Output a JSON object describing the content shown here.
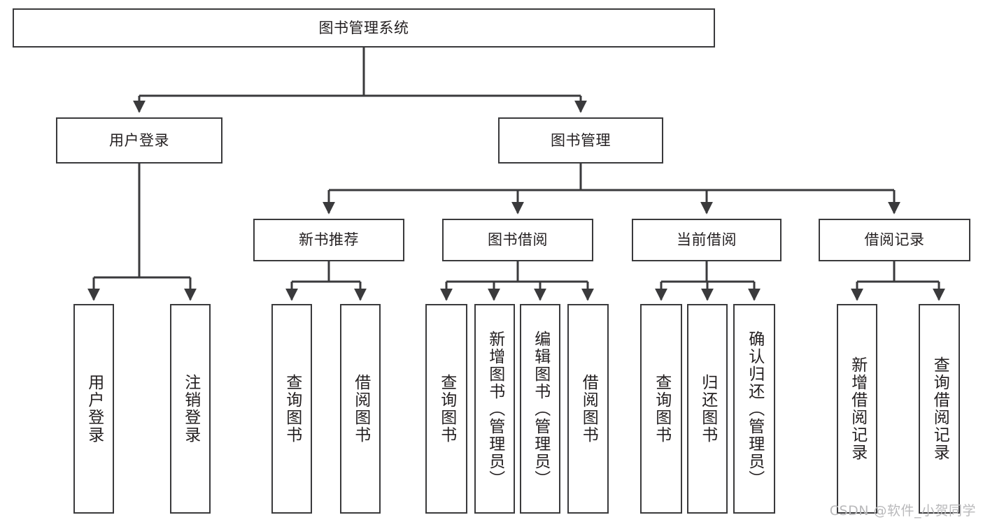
{
  "diagram": {
    "title": "图书管理系统",
    "type": "tree-hierarchy",
    "root": {
      "id": "root",
      "label": "图书管理系统"
    },
    "level2": [
      {
        "id": "user-login",
        "label": "用户登录"
      },
      {
        "id": "book-manage",
        "label": "图书管理"
      }
    ],
    "level3": [
      {
        "id": "new-book-rec",
        "label": "新书推荐",
        "parent": "book-manage"
      },
      {
        "id": "book-borrow",
        "label": "图书借阅",
        "parent": "book-manage"
      },
      {
        "id": "current-borrow",
        "label": "当前借阅",
        "parent": "book-manage"
      },
      {
        "id": "borrow-record",
        "label": "借阅记录",
        "parent": "book-manage"
      }
    ],
    "leaves": {
      "user_login": [
        {
          "id": "leaf-user-login",
          "label": "用户登录"
        },
        {
          "id": "leaf-logout",
          "label": "注销登录"
        }
      ],
      "new_book_rec": [
        {
          "id": "leaf-query-book-1",
          "label": "查询图书"
        },
        {
          "id": "leaf-borrow-book-1",
          "label": "借阅图书"
        }
      ],
      "book_borrow": [
        {
          "id": "leaf-query-book-2",
          "label": "查询图书"
        },
        {
          "id": "leaf-add-book",
          "label": "新增图书（管理员）"
        },
        {
          "id": "leaf-edit-book",
          "label": "编辑图书（管理员）"
        },
        {
          "id": "leaf-borrow-book-2",
          "label": "借阅图书"
        }
      ],
      "current_borrow": [
        {
          "id": "leaf-query-book-3",
          "label": "查询图书"
        },
        {
          "id": "leaf-return-book",
          "label": "归还图书"
        },
        {
          "id": "leaf-confirm-return",
          "label": "确认归还（管理员）"
        }
      ],
      "borrow_record": [
        {
          "id": "leaf-add-record",
          "label": "新增借阅记录"
        },
        {
          "id": "leaf-query-record",
          "label": "查询借阅记录"
        }
      ]
    },
    "watermark": "CSDN @软件_小贺同学",
    "colors": {
      "stroke": "#3a3a3c",
      "background": "#ffffff",
      "text": "#231f20",
      "watermark": "#b9b9bb"
    }
  }
}
